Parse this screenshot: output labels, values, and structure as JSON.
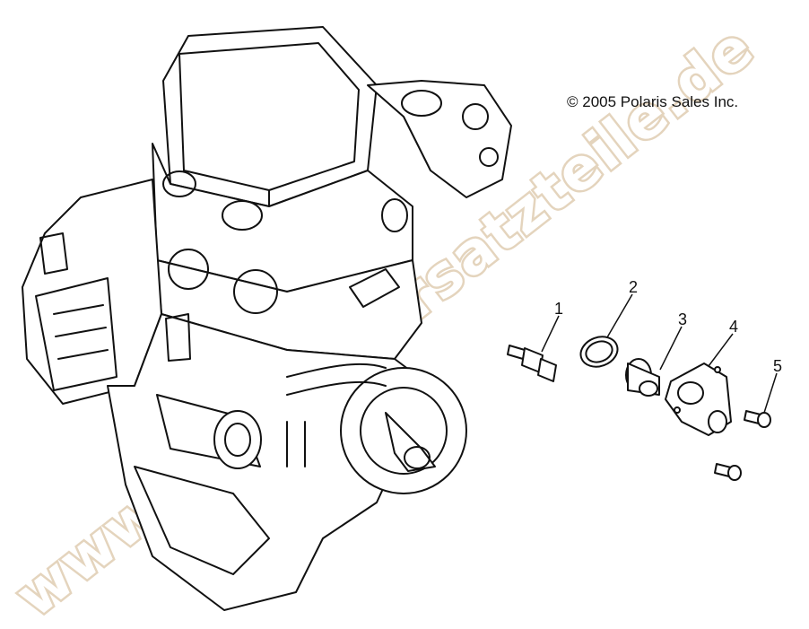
{
  "diagram": {
    "copyright": "© 2005 Polaris Sales Inc.",
    "callouts": [
      "1",
      "2",
      "3",
      "4",
      "5"
    ],
    "watermark": "www.polaris-ersatzteile.de"
  },
  "colors": {
    "line": "#111111",
    "watermark": "#e9dcc9",
    "background": "#ffffff"
  },
  "icons": [
    "engine-illustration",
    "sensor-part",
    "o-ring-part",
    "thermostat-part",
    "housing-part",
    "bolt-part"
  ]
}
